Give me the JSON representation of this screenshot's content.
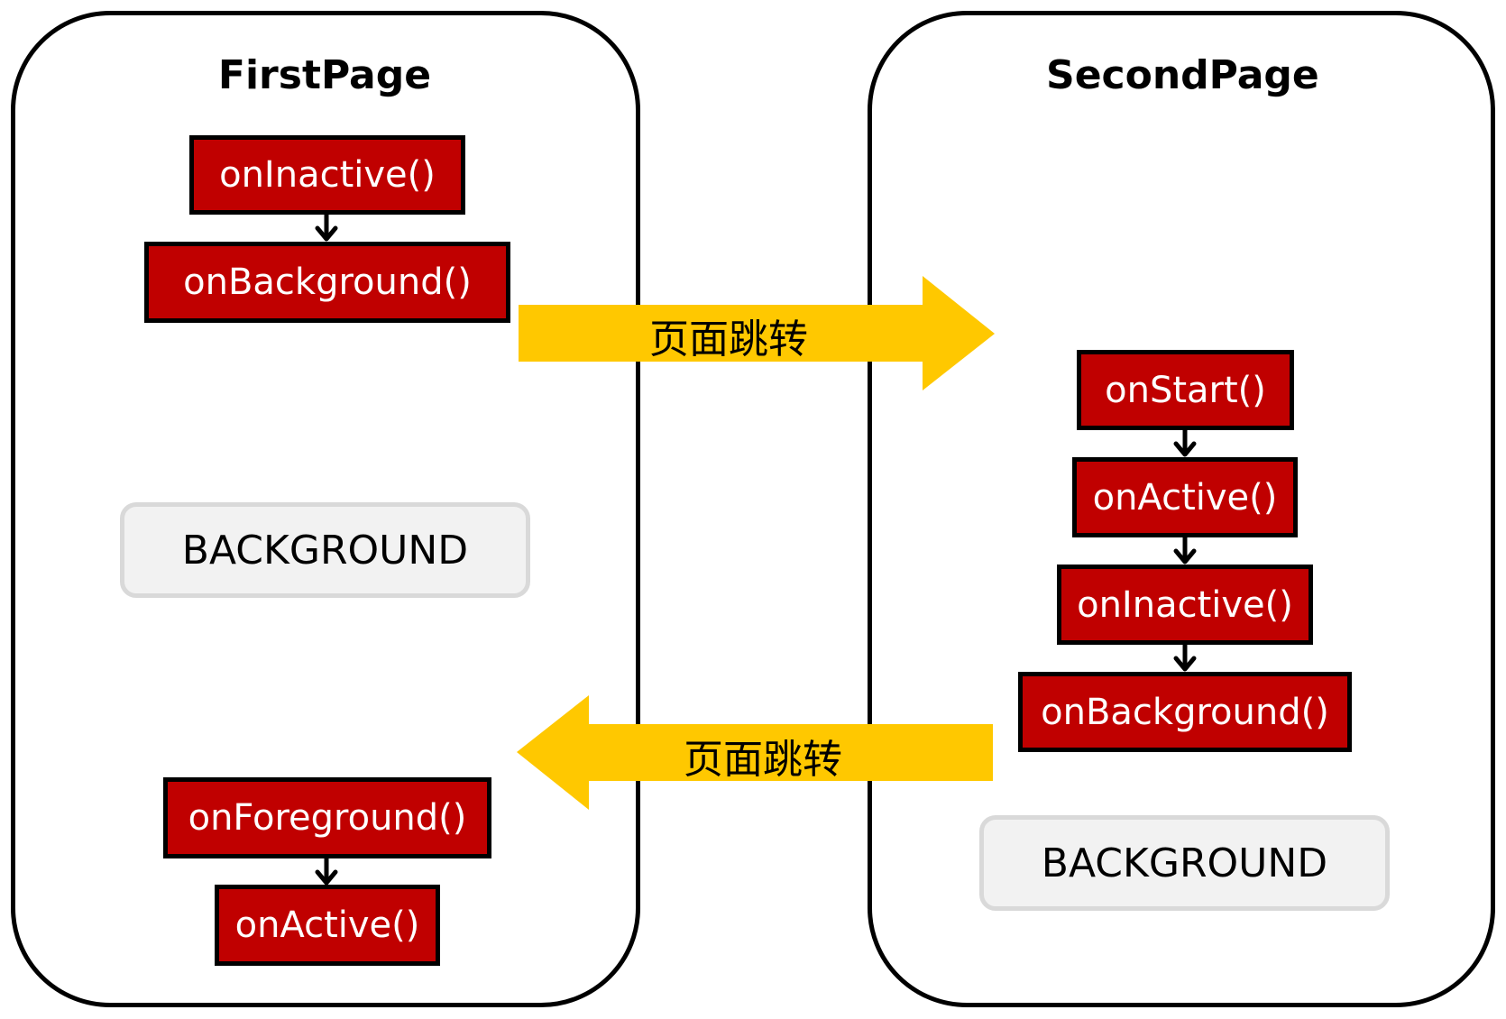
{
  "colors": {
    "callback_fill": "#c00000",
    "transition_arrow": "#ffc800",
    "state_fill": "#f2f2f2",
    "state_border": "#d9d9d9"
  },
  "first_page": {
    "title": "FirstPage",
    "leaving_callbacks": [
      "onInactive()",
      "onBackground()"
    ],
    "state": "BACKGROUND",
    "returning_callbacks": [
      "onForeground()",
      "onActive()"
    ]
  },
  "second_page": {
    "title": "SecondPage",
    "callbacks": [
      "onStart()",
      "onActive()",
      "onInactive()",
      "onBackground()"
    ],
    "state": "BACKGROUND"
  },
  "transitions": {
    "forward_label": "页面跳转",
    "back_label": "页面跳转"
  }
}
